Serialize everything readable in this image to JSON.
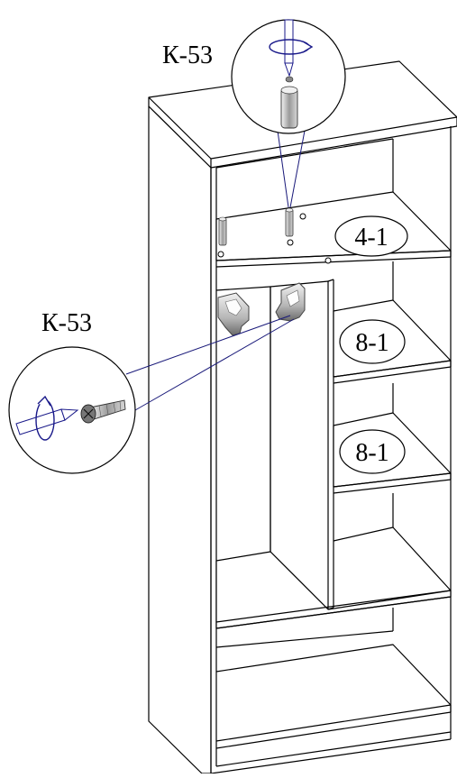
{
  "callouts": {
    "top": {
      "label": "К-53"
    },
    "left": {
      "label": "К-53"
    }
  },
  "parts": {
    "shelf_top": "4-1",
    "shelf_mid": "8-1",
    "shelf_low": "8-1"
  },
  "colors": {
    "line": "#000000",
    "leader": "#1a1a7a",
    "arrow": "#1a1a8a",
    "metal_light": "#e8e8e8",
    "metal_dark": "#707070"
  },
  "icons": {
    "rotate": "rotate-arrow-icon",
    "screw": "screw-icon",
    "bracket": "bracket-icon"
  }
}
